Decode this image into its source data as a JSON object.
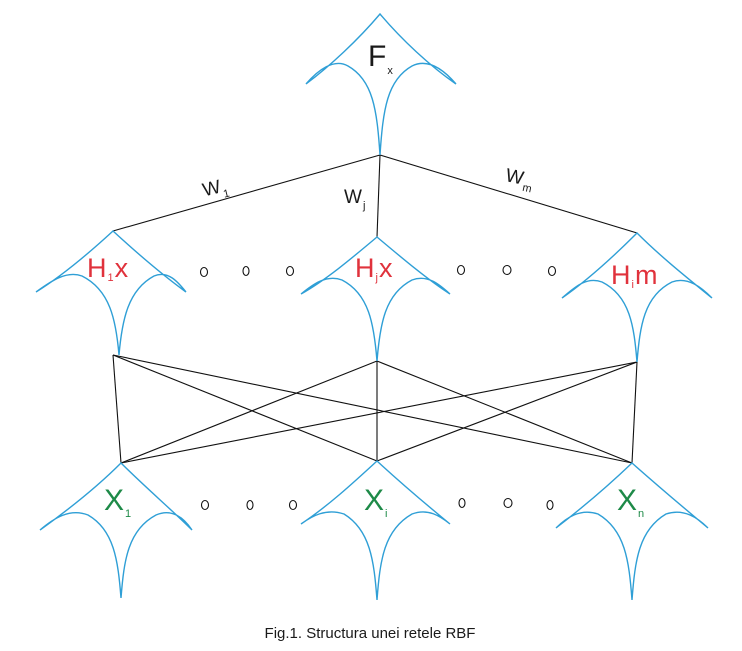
{
  "output": {
    "main": "F",
    "sub": "x"
  },
  "weights": {
    "w1": {
      "main": "W",
      "sub": "1"
    },
    "wj": {
      "main": "W",
      "sub": "j"
    },
    "wm": {
      "main": "W",
      "sub": "m"
    }
  },
  "hidden": [
    {
      "main": "H",
      "sub": "1",
      "tail": "x"
    },
    {
      "main": "H",
      "sub": "j",
      "tail": "x"
    },
    {
      "main": "H",
      "sub": "i",
      "tail": "m"
    }
  ],
  "inputs": [
    {
      "main": "X",
      "sub": "1"
    },
    {
      "main": "X",
      "sub": "i"
    },
    {
      "main": "X",
      "sub": "n"
    }
  ],
  "caption": "Fig.1. Structura unei retele RBF",
  "colors": {
    "bump": "#2f9fd6",
    "hidden_label": "#e0323c",
    "input_label": "#1e8a48",
    "lines": "#111111"
  }
}
